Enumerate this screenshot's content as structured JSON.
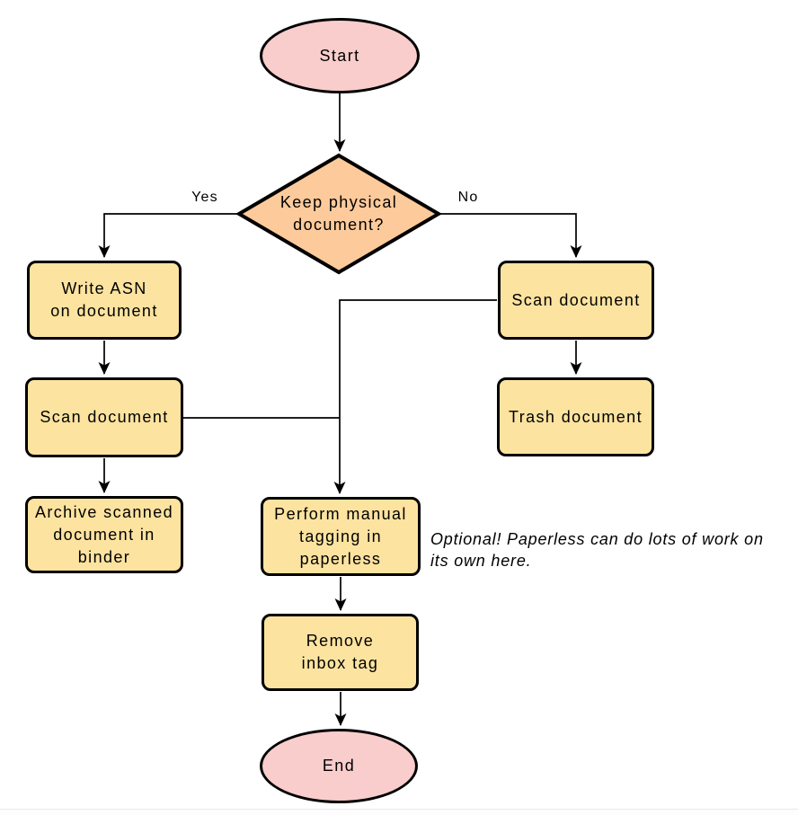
{
  "diagram": {
    "nodes": {
      "start": {
        "type": "terminator",
        "label": "Start"
      },
      "decision": {
        "type": "decision",
        "label": "Keep physical\ndocument?"
      },
      "write_asn": {
        "type": "process",
        "label": "Write ASN\non document"
      },
      "scan_left": {
        "type": "process",
        "label": "Scan document"
      },
      "archive": {
        "type": "process",
        "label": "Archive scanned\ndocument in\nbinder"
      },
      "scan_right": {
        "type": "process",
        "label": "Scan document"
      },
      "trash": {
        "type": "process",
        "label": "Trash document"
      },
      "tagging": {
        "type": "process",
        "label": "Perform manual\ntagging in\npaperless"
      },
      "remove_tag": {
        "type": "process",
        "label": "Remove\ninbox tag"
      },
      "end": {
        "type": "terminator",
        "label": "End"
      }
    },
    "edge_labels": {
      "yes": "Yes",
      "no": "No"
    },
    "note": "Optional! Paperless can do lots of work on\nits own here.",
    "colors": {
      "terminator_fill": "#F9CDCC",
      "decision_fill": "#FDCA9B",
      "process_fill": "#FCE3A0",
      "stroke": "#000000",
      "note_text": "#000000"
    }
  }
}
